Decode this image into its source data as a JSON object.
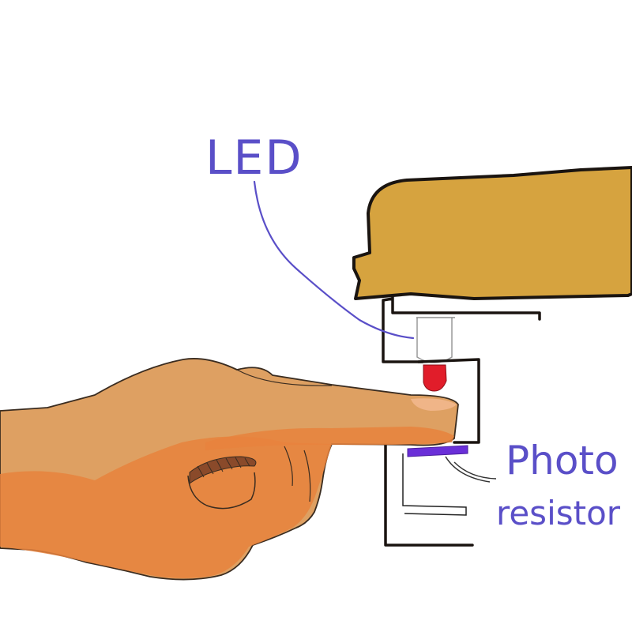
{
  "labels": {
    "led": "LED",
    "photo_line1": "Photo",
    "photo_line2": "resistor"
  },
  "colors": {
    "label": "#5a4fc8",
    "housing": "#d6a33f",
    "outline": "#1a1410",
    "skin": "#dea062",
    "skin_shadow": "#e8823d",
    "led_red": "#e11d2a",
    "sensor": "#6a2fd8",
    "wire": "#333333"
  }
}
